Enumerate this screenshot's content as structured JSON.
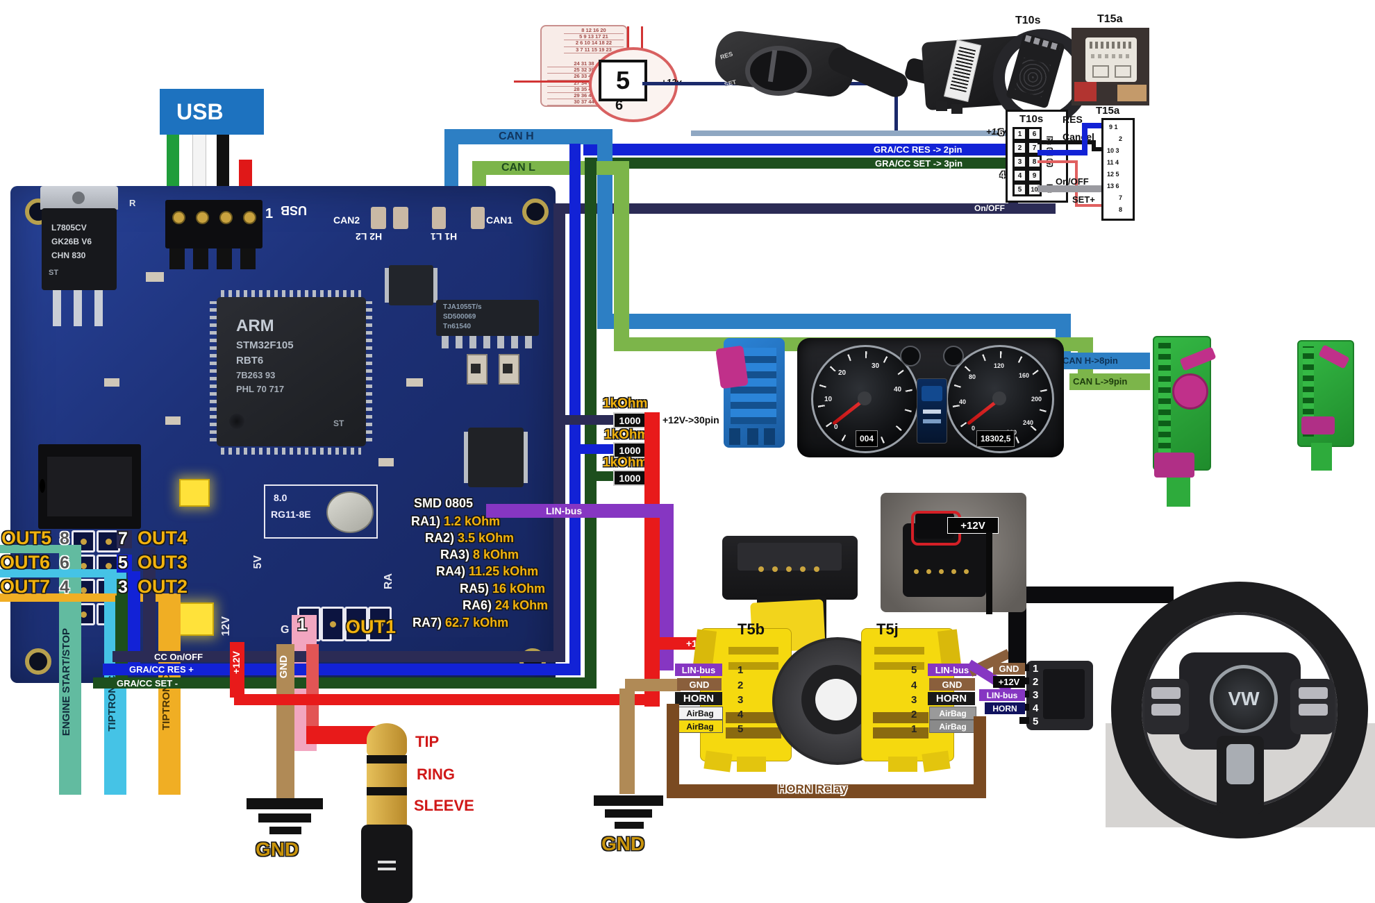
{
  "usb": {
    "label": "USB"
  },
  "pcb": {
    "reg1": "L7805CV",
    "reg2": "GK26B V6",
    "reg3": "CHN 830",
    "silk_r": "R",
    "pin1": "1",
    "silk_usb": "USB",
    "can2": "CAN2",
    "can1": "CAN1",
    "h2l2": "H2 L2",
    "h1l1": "H1 L1",
    "mcu1": "ARM",
    "mcu2": "STM32F105",
    "mcu3": "RBT6",
    "mcu4": "7B263 93",
    "mcu5": "PHL 70 717",
    "ic1a": "TJA1055T/s",
    "ic1b": "SD500069",
    "ic1c": "Tn61540",
    "xtal1": "8.0",
    "xtal2": "RG11-8E",
    "s5v": "5V",
    "s12v": "12V",
    "sra": "RA",
    "sg": "G"
  },
  "fuse": {
    "upper": [
      "8 12 16 20",
      "5 9 13 17 21",
      "2 6 10 14 18 22",
      "3 7 11 15 19 23"
    ],
    "lower": [
      "24 31 38",
      "25 32 39",
      "26 33 40",
      "27 34 41",
      "28 35 42",
      "29 36 43",
      "30 37 44"
    ],
    "num": "5",
    "num2": "6",
    "v12": "+12v"
  },
  "stalk": {
    "res": "RES",
    "set": "SET"
  },
  "photos": {
    "t10s": "T10s",
    "t15a": "T15a"
  },
  "t10s": {
    "title": "T10s",
    "rows": [
      {
        "l": "1",
        "r": "6"
      },
      {
        "l": "2",
        "r": "7"
      },
      {
        "l": "3",
        "r": "8"
      },
      {
        "l": "4",
        "r": "9"
      },
      {
        "l": "5",
        "r": "10"
      }
    ],
    "e6": "6",
    "e7": "7",
    "e2": "2",
    "e3": "3",
    "e4": "4",
    "e5": "5"
  },
  "t15a": {
    "title": "T15a",
    "rows": [
      "9 1",
      "2",
      "10 3",
      "11 4",
      "12 5",
      "13 6",
      "7",
      "8"
    ]
  },
  "twires": {
    "v12": "+12v",
    "res2pin": "GRA/CC RES -> 2pin",
    "set3pin": "GRA/CC SET -> 3pin",
    "onoff": "On/OFF",
    "onoff2": "On/OFF",
    "cancel": "Cancel",
    "res": "RES",
    "setp": "SET+"
  },
  "can": {
    "h": "CAN H",
    "l": "CAN L",
    "h8": "CAN H->8pin",
    "l9": "CAN L->9pin"
  },
  "res": {
    "k": "1kOhm",
    "v": "1000",
    "p30": "+12V->30pin"
  },
  "lin": {
    "label": "LIN-bus"
  },
  "smd": {
    "title": "SMD 0805",
    "items": [
      {
        "n": "RA1)",
        "v": "1.2 kOhm"
      },
      {
        "n": "RA2)",
        "v": "3.5 kOhm"
      },
      {
        "n": "RA3)",
        "v": "8 kOhm"
      },
      {
        "n": "RA4)",
        "v": "11.25 kOhm"
      },
      {
        "n": "RA5)",
        "v": "16 kOhm"
      },
      {
        "n": "RA6)",
        "v": "24 kOhm"
      },
      {
        "n": "RA7)",
        "v": "62.7 kOhm"
      }
    ]
  },
  "out": {
    "rows": [
      {
        "ln": "OUT5",
        "lp": "8",
        "rp": "7",
        "rn": "OUT4"
      },
      {
        "ln": "OUT6",
        "lp": "6",
        "rp": "5",
        "rn": "OUT3"
      },
      {
        "ln": "OUT7",
        "lp": "4",
        "rp": "3",
        "rn": "OUT2"
      }
    ],
    "p1": "1",
    "out1": "OUT1"
  },
  "vlabels": [
    "ENGINE START/STOP",
    "TIPTRONIC +",
    "TIPTRONIC -"
  ],
  "ccb": {
    "onoff": "CC On/OFF",
    "res": "GRA/CC RES +",
    "set": "GRA/CC SET -"
  },
  "pw": {
    "v12": "+12V",
    "gnd": "GND",
    "v12b": "+12V"
  },
  "jack": {
    "tip": "TIP",
    "ring": "RING",
    "sleeve": "SLEEVE"
  },
  "gnd_left": "GND",
  "gnd_mid": "GND",
  "cs": {
    "t5b": "T5b",
    "t5j": "T5j",
    "v12": "+12V",
    "b_pins": [
      "1",
      "2",
      "3",
      "4",
      "5"
    ],
    "j_pins": [
      "5",
      "4",
      "3",
      "2",
      "1"
    ],
    "lin": "LIN-bus",
    "gnd": "GND",
    "horn": "HORN",
    "airbag": "AirBag"
  },
  "wc": {
    "pins": [
      "1",
      "2",
      "3",
      "4",
      "5"
    ],
    "gnd": "GND",
    "v12": "+12V",
    "lin": "LIN-bus",
    "horn": "HORN"
  },
  "horn_relay": "HORN Relay",
  "inset": {
    "v12": "+12V"
  },
  "cluster": {
    "l": [
      "0",
      "10",
      "20",
      "30",
      "40"
    ],
    "r": [
      "0",
      "40",
      "80",
      "120",
      "160",
      "200",
      "240",
      "260"
    ],
    "odoL": "004",
    "odoR": "18302,5"
  }
}
